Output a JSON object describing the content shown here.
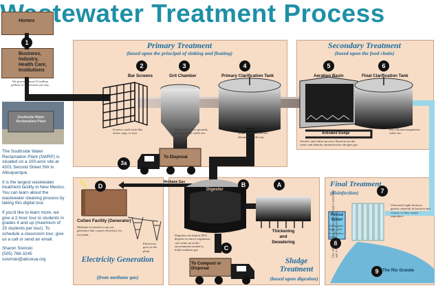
{
  "title": "Wastewater Treatment Process",
  "sources": {
    "homes": "Homes",
    "business": "Business, Industry, Health Care, Institutions",
    "process_note": "We process about 33 million gallons of wastewater per day."
  },
  "primary": {
    "title": "Primary Treatment",
    "subtitle": "(based upon the principal of sinking and floating)",
    "bar_screens": "Bar Screens",
    "grit_chamber": "Grit Chamber",
    "clarification_tank": "Primary Clarification Tank",
    "note_screens": "Screens catch trash like sticks, rags, or toys.",
    "note_grit": "Sand, grit, coffee grounds, and egg shells settle out.",
    "note_clar": "Sludge settles out at bottom while grease and oil are skimmed off the top."
  },
  "secondary": {
    "title": "Secondary Treatment",
    "subtitle": "(based upon the food chain)",
    "aeration": "Aeration Basin",
    "final_clar": "Final Clarification Tank",
    "activated_sludge": "Activated Sludge",
    "note_aeration": "Aerobic and sulfur process: Bacteria eat the waste and identify ammonia into nitrogen gas.",
    "note_final": "Fat, old microorganisms settle out."
  },
  "numbers": [
    "1",
    "2",
    "3",
    "4",
    "5",
    "6",
    "3a",
    "A",
    "B",
    "C",
    "D",
    "7",
    "8",
    "9"
  ],
  "disposal": "To Disposal",
  "methane_gas": "Methane Gas",
  "digester": "Digester",
  "digester_note": "Digesters are kept at 98.6 degrees so micro-organisms can create an acidic environment needed to make methane gas.",
  "thickening": "Thickening and Dewatering",
  "compost": "To Compost or Disposal",
  "sludge": {
    "title": "Sludge Treatment",
    "subtitle": "(based upon digestion)"
  },
  "electricity": {
    "cogen": "CoGen Facility (Generator)",
    "cogen_note": "Methane is burned to run our generator that creates electricity for our plant.",
    "grid_note": "Electricity goes to the plant.",
    "title": "Electricity Generation",
    "subtitle": "(from methane gas)"
  },
  "final": {
    "title": "Final Treatment",
    "subtitle": "(disinfection)",
    "reuse_water": "Reuse Water",
    "reuse_note": "Ultraviolet light used to disinfect water.",
    "uv_note": "Ultraviolet light destroys genetic material in bacteria and viruses so they cannot reproduce.",
    "vertical_note": "One million gallons per day goes through a sand filter and is then used by the plant and city.",
    "rio": "The Rio Grande"
  },
  "side_panel": {
    "sign_text": "Southside Water Reclamation Plant",
    "p1": "The Southside Water Reclamation Plant (SWRP) is situated on a 100-acre site at 4201 Second Street SW in Albuquerque.",
    "p2": "It is the largest wastewater treatment facility in New Mexico. You can learn about the wastewater cleaning process by taking this digital tour.",
    "p3": "If you'd like to learn more, we give a 2-hour tour to students in grades 4 and up (maximum of 25 students per tour). To schedule a classroom tour, give us a call or send an email.",
    "contact_name": "Sharon Sivinski",
    "contact_phone": "(505) 768-3245",
    "contact_email": "ssivinski@abcwua.org"
  },
  "colors": {
    "title": "#1f8fa6",
    "panel": "#f7dcc6",
    "pipe": "#1a1a1a",
    "clean_pipe": "#9ad6ea",
    "source_box": "#b08a6c",
    "panel_title": "#1f6ea0"
  }
}
